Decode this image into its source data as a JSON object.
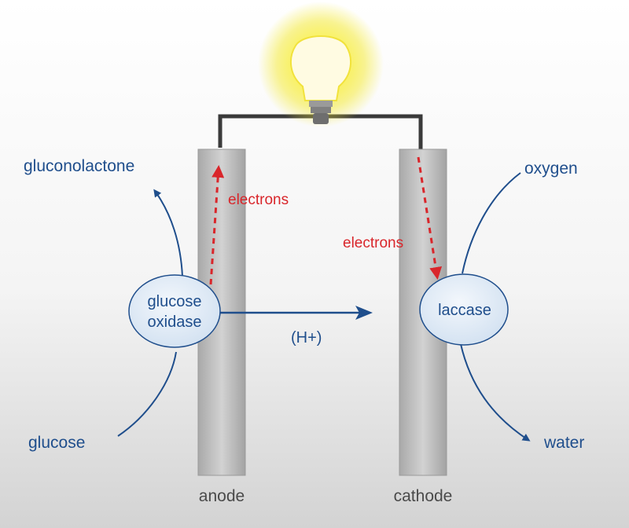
{
  "labels": {
    "gluconolactone": "gluconolactone",
    "oxygen": "oxygen",
    "electrons_left": "electrons",
    "electrons_right": "electrons",
    "glucose_oxidase_line1": "glucose",
    "glucose_oxidase_line2": "oxidase",
    "laccase": "laccase",
    "proton": "(H+)",
    "glucose": "glucose",
    "water": "water",
    "anode": "anode",
    "cathode": "cathode"
  },
  "colors": {
    "blue_text": "#1f4e8c",
    "red_text": "#d9262b",
    "electrode": "#b9b9b9",
    "background_top": "#ffffff",
    "background_bottom": "#d6d6d6",
    "bulb_glow": "#f7ef3a",
    "wire": "#3a3a3a",
    "enzyme_fill": "#dfeaf6"
  }
}
